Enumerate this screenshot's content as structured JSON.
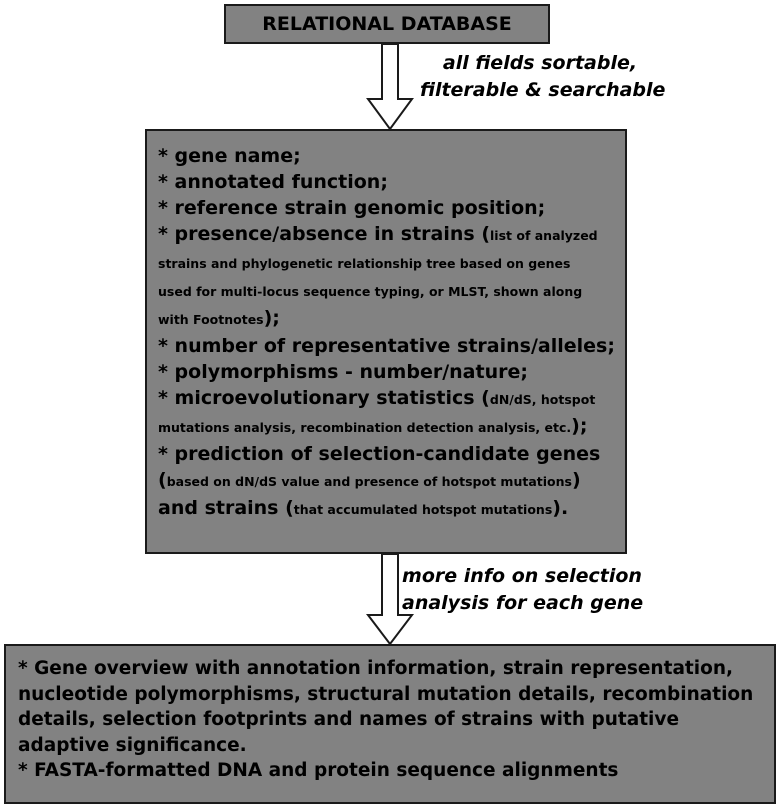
{
  "top_box": {
    "title": "RELATIONAL DATABASE"
  },
  "note_top": {
    "line1": "all fields sortable,",
    "line2": "filterable & searchable"
  },
  "middle_box": {
    "lines": [
      {
        "main": "* gene name;",
        "small": "",
        "tail": ""
      },
      {
        "main": "* annotated function;",
        "small": "",
        "tail": ""
      },
      {
        "main": "* reference strain genomic position;",
        "small": "",
        "tail": ""
      },
      {
        "main": "* presence/absence in strains (",
        "small": "list of analyzed",
        "tail": ""
      },
      {
        "main": "",
        "small": "strains and phylogenetic relationship tree based on genes",
        "tail": ""
      },
      {
        "main": "",
        "small": "used for multi-locus sequence typing, or MLST, shown along",
        "tail": ""
      },
      {
        "main": "",
        "small": "with Footnotes",
        "tail": ");"
      },
      {
        "main": "* number of representative strains/alleles;",
        "small": "",
        "tail": ""
      },
      {
        "main": "* polymorphisms - number/nature;",
        "small": "",
        "tail": ""
      },
      {
        "main": "* microevolutionary statistics (",
        "small": "dN/dS, hotspot",
        "tail": ""
      },
      {
        "main": "",
        "small": "mutations analysis, recombination detection analysis, etc.",
        "tail": ");"
      },
      {
        "main": "* prediction of selection-candidate genes",
        "small": "",
        "tail": ""
      },
      {
        "main": "(",
        "small": "based on dN/dS value and presence of hotspot mutations",
        "tail": ")"
      },
      {
        "main": "and strains (",
        "small": "that accumulated hotspot mutations",
        "tail": ")."
      }
    ]
  },
  "note_bottom": {
    "line1": "more info on selection",
    "line2": "analysis for each gene"
  },
  "bottom_box": {
    "item1": "* Gene overview with annotation information, strain representation, nucleotide polymorphisms, structural mutation details, recombination details, selection footprints and names of strains with putative adaptive significance.",
    "item2": "* FASTA-formatted DNA and protein sequence alignments"
  }
}
